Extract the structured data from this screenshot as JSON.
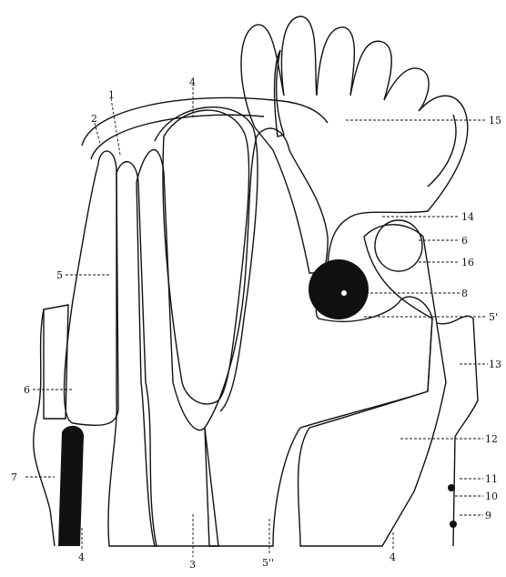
{
  "labels": {
    "l1": "1",
    "l2": "2",
    "l3": "3",
    "l4_top": "4",
    "l4_bl": "4",
    "l4_br": "4",
    "l5": "5",
    "l5p": "5'",
    "l5pp": "5''",
    "l6_left": "6",
    "l6_right": "6",
    "l7": "7",
    "l8": "8",
    "l9": "9",
    "l10": "10",
    "l11": "11",
    "l12": "12",
    "l13": "13",
    "l14": "14",
    "l15": "15",
    "l16": "16"
  }
}
